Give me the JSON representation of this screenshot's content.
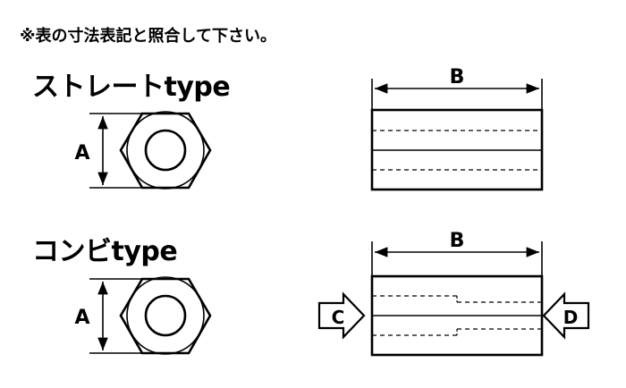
{
  "note": "※表の寸法表記と照合して下さい。",
  "sections": [
    {
      "title": "ストレートtype",
      "hex_dimension": "A",
      "length_dimension": "B"
    },
    {
      "title": "コンビtype",
      "hex_dimension": "A",
      "length_dimension": "B",
      "left_thread": "C",
      "right_thread": "D"
    }
  ],
  "colors": {
    "line": "#000000",
    "background": "#ffffff"
  }
}
